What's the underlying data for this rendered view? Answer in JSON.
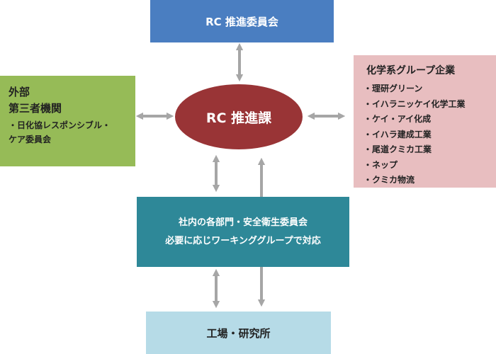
{
  "diagram": {
    "top": {
      "label": "RC 推進委員会"
    },
    "left": {
      "title_lines": [
        "外部",
        "第三者機関"
      ],
      "sub_lines": [
        "・日化協レスポンシブル・",
        "ケア委員会"
      ]
    },
    "center": {
      "label": "RC 推進課"
    },
    "right": {
      "title": "化学系グループ企業",
      "items": [
        "・理研グリーン",
        "・イハラニッケイ化学工業",
        "・ケイ・アイ化成",
        "・イハラ建成工業",
        "・尾道クミカ工業",
        "・ネップ",
        "・クミカ物流"
      ]
    },
    "middle": {
      "lines": [
        "社内の各部門・安全衛生委員会",
        "必要に応じワーキンググループで対応"
      ]
    },
    "bottom": {
      "label": "工場・研究所"
    }
  },
  "colors": {
    "top": "#4a7ec1",
    "left": "#96bb57",
    "right": "#e8bec0",
    "center": "#993436",
    "middle": "#2e8898",
    "bottom": "#b6dbe7",
    "arrow": "#a6a6a6"
  }
}
